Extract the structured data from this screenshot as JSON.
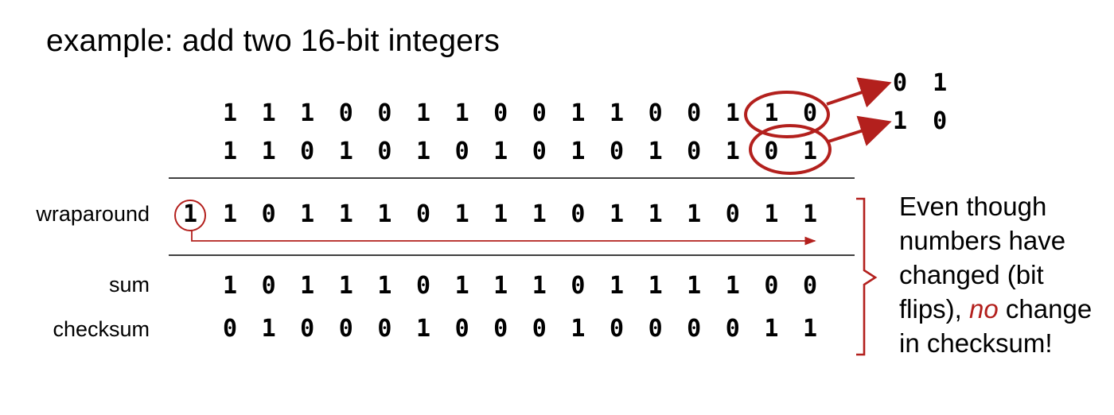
{
  "title": "example: add two 16-bit integers",
  "rows": {
    "a": {
      "label": "",
      "bits": [
        "1",
        "1",
        "1",
        "0",
        "0",
        "1",
        "1",
        "0",
        "0",
        "1",
        "1",
        "0",
        "0",
        "1",
        "1",
        "0"
      ]
    },
    "b": {
      "label": "",
      "bits": [
        "1",
        "1",
        "0",
        "1",
        "0",
        "1",
        "0",
        "1",
        "0",
        "1",
        "0",
        "1",
        "0",
        "1",
        "0",
        "1"
      ]
    },
    "wraparound": {
      "label": "wraparound",
      "carry": "1",
      "bits": [
        "1",
        "0",
        "1",
        "1",
        "1",
        "0",
        "1",
        "1",
        "1",
        "0",
        "1",
        "1",
        "1",
        "0",
        "1",
        "1"
      ]
    },
    "sum": {
      "label": "sum",
      "bits": [
        "1",
        "0",
        "1",
        "1",
        "1",
        "0",
        "1",
        "1",
        "1",
        "0",
        "1",
        "1",
        "1",
        "1",
        "0",
        "0"
      ]
    },
    "checksum": {
      "label": "checksum",
      "bits": [
        "0",
        "1",
        "0",
        "0",
        "0",
        "1",
        "0",
        "0",
        "0",
        "1",
        "0",
        "0",
        "0",
        "0",
        "1",
        "1"
      ]
    }
  },
  "flipped_bits": {
    "top": "0 1",
    "bottom": "1 0"
  },
  "note": {
    "line1": "Even though",
    "line2": "numbers have",
    "line3": "changed (bit",
    "line4_before": "flips), ",
    "line4_em": "no",
    "line4_after": " change",
    "line5": "in checksum!"
  },
  "colors": {
    "accent": "#b3201d",
    "text": "#000000",
    "rule": "#000000"
  }
}
